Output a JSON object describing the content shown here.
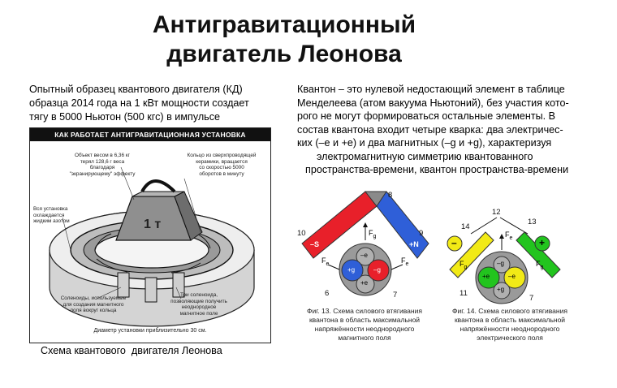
{
  "title": {
    "line1": "Антигравитационный",
    "line2": "двигатель Леонова"
  },
  "left_text": {
    "line1": "Опытный образец квантового двигателя (КД)",
    "line2": "образца 2014 года на 1 кВт мощности создает",
    "line3": "тягу в 5000 Ньютон (500 кгс) в импульсе"
  },
  "right_text": {
    "line1": "Квантон – это нулевой недостающий элемент в таблице",
    "line2": "Менделеева (атом вакуума Ньютоний), без участия кото-",
    "line3": "рого не могут формироваться остальные элементы. В",
    "line4": "состав квантона входит четыре кварка: два электричес-",
    "line5": "ких (–е и +е) и два магнитных (–g и +g), характеризуя",
    "line6": "электромагнитную симметрию квантованного",
    "line7": "пространства-времени, квантон пространства-времени"
  },
  "figure": {
    "header": "КАК РАБОТАЕТ АНТИГРАВИТАЦИОННАЯ УСТАНОВКА",
    "weight_label": "1 т",
    "annotation_weight": [
      "Объект весом в 6,36 кг",
      "терял 128,6 г веса",
      "благодаря",
      "\"экранирующему\" эффекту"
    ],
    "annotation_ring": [
      "Кольцо из сверхпроводящей",
      "керамики, вращается",
      "со скоростью 5000",
      "оборотов в минуту"
    ],
    "annotation_cooling": [
      "Вся установка",
      "охлаждается",
      "жидким азотом"
    ],
    "annotation_solenoids": [
      "Соленоиды, используемые",
      "для создания магнитного",
      "поля вокруг кольца"
    ],
    "annotation_three": [
      "Три соленоида,",
      "позволяющие получить",
      "неоднородное",
      "магнитное поле"
    ],
    "diameter": "Диаметр установки приблизительно 30 см."
  },
  "caption_left": "Схема квантового  двигателя Леонова",
  "fig13": {
    "labels": {
      "n10": "10",
      "n8": "8",
      "n9": "9",
      "n6": "6",
      "n7": "7",
      "pole_s": "–S",
      "pole_n": "+N",
      "e_minus": "–e",
      "e_plus": "+e",
      "g_minus": "–g",
      "g_plus": "+g",
      "fg": "F",
      "fg_sub": "g",
      "fe": "F",
      "fe_sub": "e"
    },
    "caption": [
      "Фиг. 13. Схема силового втягивания",
      "квантона в область максимальной",
      "напряжённости неоднородного",
      "магнитного поля"
    ]
  },
  "fig14": {
    "labels": {
      "n14": "14",
      "n12": "12",
      "n13": "13",
      "n11": "11",
      "n7": "7",
      "minus": "–",
      "plus": "+",
      "e_minus": "–e",
      "e_plus": "+e",
      "g_minus": "–g",
      "g_plus": "+g",
      "fe": "F",
      "fe_sub": "e",
      "fg": "F",
      "fg_sub": "g"
    },
    "caption": [
      "Фиг. 14. Схема силового втягивания",
      "квантона в область максимальной",
      "напряжённости неоднородного",
      "электрического поля"
    ]
  },
  "colors": {
    "red": "#e8202a",
    "blue": "#2f5fd8",
    "gray": "#8a8a8a",
    "yellow": "#f2ea16",
    "green": "#22c41e",
    "figure_header": "#111111"
  }
}
